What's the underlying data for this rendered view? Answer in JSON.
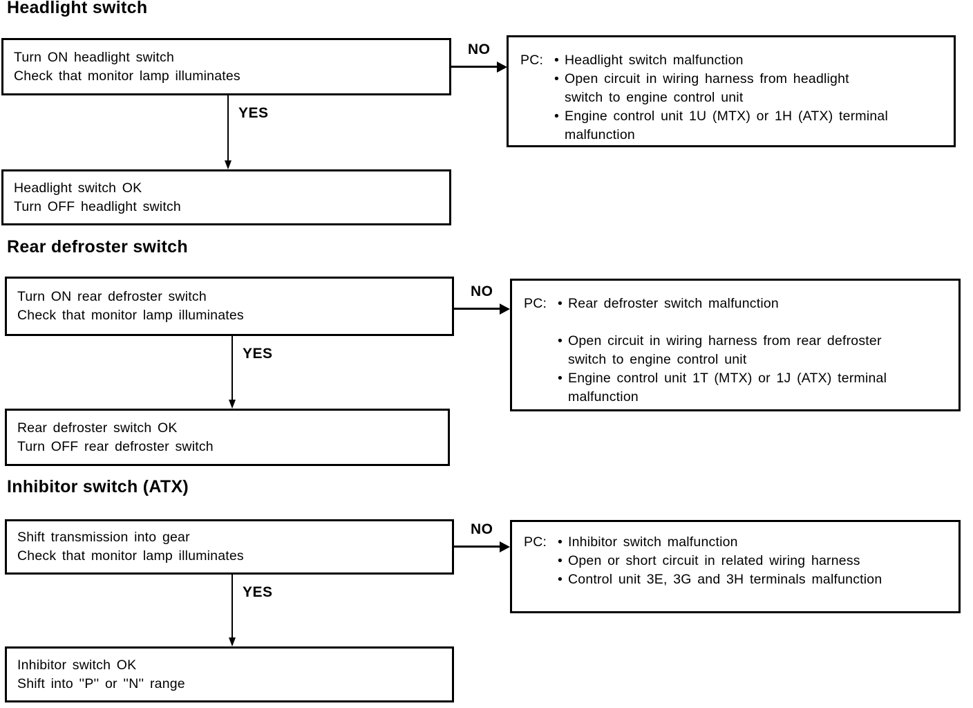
{
  "colors": {
    "ink": "#000000",
    "paper": "#ffffff"
  },
  "glyphs": {
    "bullet": "•"
  },
  "sections": [
    {
      "title": "Headlight switch",
      "question_lines": [
        "Turn ON headlight switch",
        "Check that monitor lamp illuminates"
      ],
      "no_label": "NO",
      "yes_label": "YES",
      "result_lines": [
        "Headlight switch OK",
        "Turn OFF headlight switch"
      ],
      "pc_prefix": "PC:",
      "pc_items": [
        [
          "Headlight switch malfunction"
        ],
        [
          "Open circuit in wiring harness from headlight",
          "switch to engine control unit"
        ],
        [
          "Engine control unit 1U (MTX) or 1H (ATX) terminal",
          "malfunction"
        ]
      ]
    },
    {
      "title": "Rear defroster switch",
      "question_lines": [
        "Turn ON rear defroster switch",
        "Check that monitor lamp illuminates"
      ],
      "no_label": "NO",
      "yes_label": "YES",
      "result_lines": [
        "Rear defroster switch OK",
        "Turn OFF rear defroster switch"
      ],
      "pc_prefix": "PC:",
      "pc_items": [
        [
          "Rear defroster switch malfunction"
        ],
        [
          "Open circuit in wiring harness from rear defroster",
          "switch to engine control unit"
        ],
        [
          "Engine control unit 1T (MTX) or 1J (ATX) terminal",
          "malfunction"
        ]
      ]
    },
    {
      "title": "Inhibitor switch (ATX)",
      "question_lines": [
        "Shift transmission into gear",
        "Check that monitor lamp illuminates"
      ],
      "no_label": "NO",
      "yes_label": "YES",
      "result_lines": [
        "Inhibitor switch OK",
        "Shift into ''P'' or ''N'' range"
      ],
      "pc_prefix": "PC:",
      "pc_items": [
        [
          "Inhibitor switch malfunction"
        ],
        [
          "Open or short circuit in related wiring harness"
        ],
        [
          "Control unit 3E, 3G and 3H terminals malfunction"
        ]
      ]
    }
  ]
}
